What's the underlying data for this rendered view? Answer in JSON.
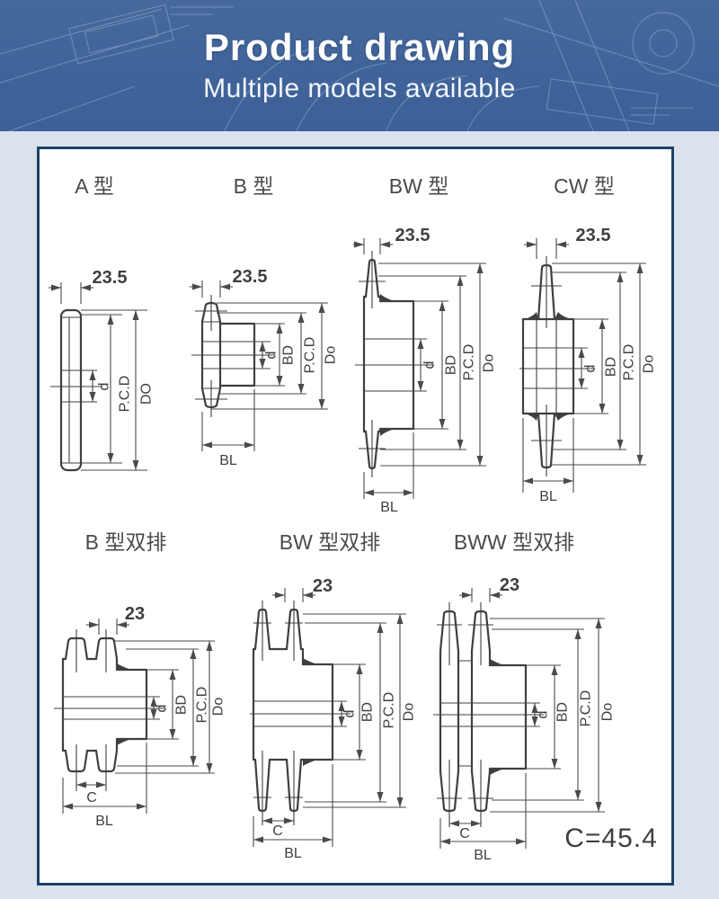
{
  "header": {
    "title": "Product drawing",
    "subtitle": "Multiple models available"
  },
  "figures": [
    {
      "title": "A 型",
      "dim": "23.5",
      "d": "d",
      "pcd": "P.C.D",
      "outer": "DO"
    },
    {
      "title": "B 型",
      "dim": "23.5",
      "d": "d",
      "bd": "BD",
      "pcd": "P.C.D",
      "outer": "Do",
      "bl": "BL"
    },
    {
      "title": "BW 型",
      "dim": "23.5",
      "d": "d",
      "bd": "BD",
      "pcd": "P.C.D",
      "outer": "Do",
      "bl": "BL"
    },
    {
      "title": "CW 型",
      "dim": "23.5",
      "d": "d",
      "bd": "BD",
      "pcd": "P.C.D",
      "outer": "Do",
      "bl": "BL"
    },
    {
      "title": "B 型双排",
      "dim": "23",
      "d": "d",
      "bd": "BD",
      "pcd": "P.C.D",
      "outer": "Do",
      "c": "C",
      "bl": "BL"
    },
    {
      "title": "BW 型双排",
      "dim": "23",
      "d": "d",
      "bd": "BD",
      "pcd": "P.C.D",
      "outer": "Do",
      "c": "C",
      "bl": "BL"
    },
    {
      "title": "BWW 型双排",
      "dim": "23",
      "d": "d",
      "bd": "BD",
      "pcd": "P.C.D",
      "outer": "Do",
      "c": "C",
      "bl": "BL"
    }
  ],
  "note": {
    "c_value": "C=45.4"
  },
  "colors": {
    "banner": "#40649a",
    "panel_border": "#1d4166",
    "page_bg": "#dbe2ec",
    "line": "#3f3f3f"
  }
}
